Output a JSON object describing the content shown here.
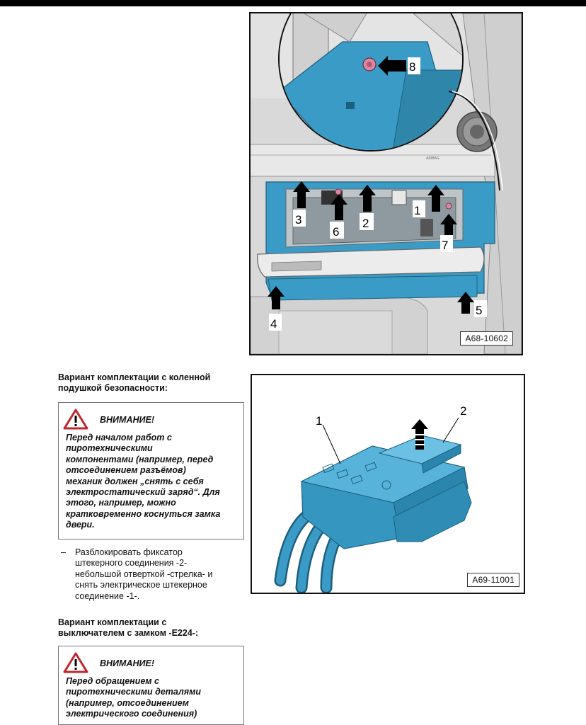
{
  "figure_top": {
    "code": "A68-10602",
    "callouts": [
      "1",
      "2",
      "3",
      "4",
      "5",
      "6",
      "7",
      "8"
    ]
  },
  "section_knee": {
    "heading": "Вариант комплектации с коленной\nподушкой безопасности:",
    "warning": {
      "title": "ВНИМАНИЕ!",
      "text": "Перед началом работ с\nпиротехническими\nкомпонентами (например, перед\nотсоединением разъёмов)\nмеханик должен „снять с себя\nэлектростатический заряд“. Для\nэтого, например, можно\nкратковременно коснуться замка\nдвери."
    },
    "step": {
      "bullet": "–",
      "text": "Разблокировать фиксатор\nштекерного соединения -2-\nнебольшой отверткой -стрелка- и\nснять электрическое штекерное\nсоединение -1-."
    }
  },
  "figure_connector": {
    "code": "A69-11001",
    "callouts": [
      "1",
      "2"
    ]
  },
  "section_switch": {
    "heading": "Вариант комплектации с\nвыключателем с замком -E224-:",
    "warning": {
      "title": "ВНИМАНИЕ!",
      "text": "Перед обращением с\nпиротехническими деталями\n(например, отсоединением\nэлектрического соединения)"
    }
  },
  "colors": {
    "part_blue": "#3a9cc6",
    "warning_red": "#c0272d"
  }
}
